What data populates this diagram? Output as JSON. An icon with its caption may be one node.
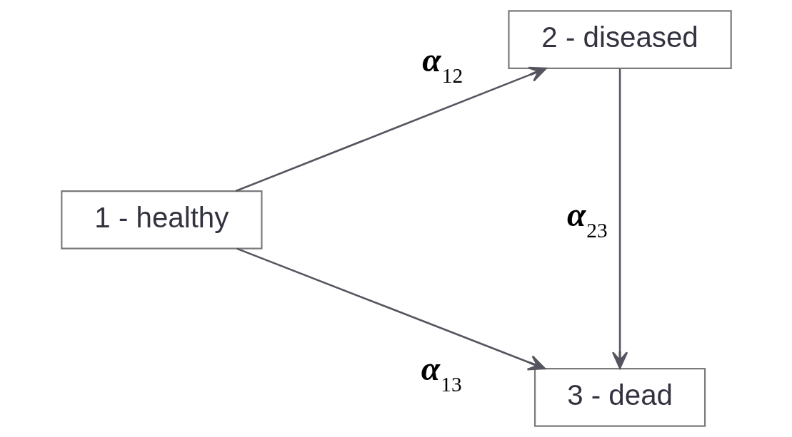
{
  "diagram": {
    "nodes": [
      {
        "text": [
          "1 - healthy"
        ]
      },
      {
        "text": [
          "2 - diseased"
        ]
      },
      {
        "text": [
          "3 - dead"
        ]
      }
    ],
    "edges": [
      {
        "from": 0,
        "to": 1,
        "arrow": "to",
        "label": "α$_{12}$"
      },
      {
        "from": 0,
        "to": 2,
        "arrow": "to",
        "label": "α$_{13}$"
      },
      {
        "from": 1,
        "to": 2,
        "arrow": "to",
        "label": "α$_{23}$"
      }
    ]
  }
}
